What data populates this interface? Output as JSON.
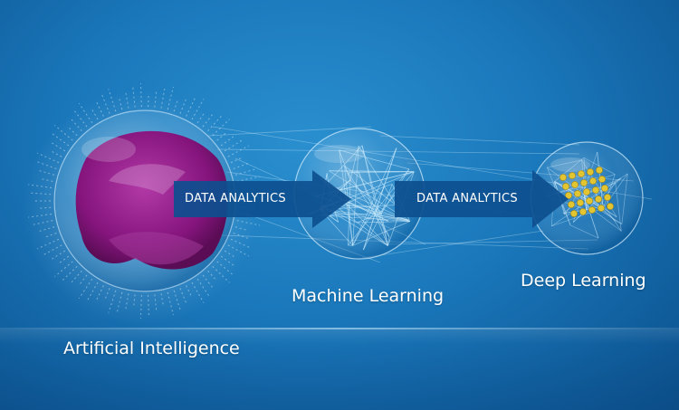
{
  "nodes": [
    {
      "id": "ai",
      "label": "Artificial Intelligence"
    },
    {
      "id": "ml",
      "label": "Machine Learning"
    },
    {
      "id": "dl",
      "label": "Deep Learning"
    }
  ],
  "arrows": [
    {
      "from": "ai",
      "to": "ml",
      "label": "DATA ANALYTICS"
    },
    {
      "from": "ml",
      "to": "dl",
      "label": "DATA ANALYTICS"
    }
  ],
  "colors": {
    "background": "#1a78bb",
    "arrow": "#0d4f8f",
    "ai_core": "#8a1a82",
    "dl_core": "#e3c531",
    "text": "#ffffff"
  }
}
